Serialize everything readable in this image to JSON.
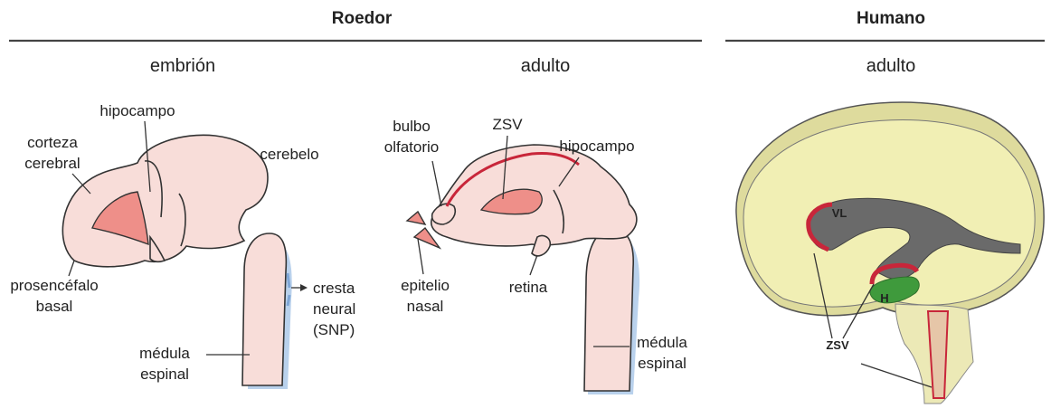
{
  "headers": {
    "rodent": "Roedor",
    "human": "Humano"
  },
  "subheaders": {
    "embryo": "embrión",
    "rodent_adult": "adulto",
    "human_adult": "adulto"
  },
  "embryo_labels": {
    "hippocampus": "hipocampo",
    "cortex_line1": "corteza",
    "cortex_line2": "cerebral",
    "cerebellum": "cerebelo",
    "basal_line1": "prosencéfalo",
    "basal_line2": "basal",
    "crest_line1": "cresta",
    "crest_line2": "neural",
    "crest_line3": "(SNP)",
    "cord_line1": "médula",
    "cord_line2": "espinal"
  },
  "adult_labels": {
    "bulb_line1": "bulbo",
    "bulb_line2": "olfatorio",
    "svz": "ZSV",
    "hippocampus": "hipocampo",
    "epith_line1": "epitelio",
    "epith_line2": "nasal",
    "retina": "retina",
    "cord_line1": "médula",
    "cord_line2": "espinal"
  },
  "human_labels": {
    "lv": "VL",
    "h": "H",
    "svz": "ZSV"
  },
  "colors": {
    "tissue": "#f8ddd9",
    "tissue_deep": "#ee8f89",
    "outline_shadow": "#b9d1ec",
    "brain_fill": "#f1efb4",
    "ventricle": "#6a6a6a",
    "svz_red": "#c8263a",
    "hippocampus_green": "#3f9a3c"
  }
}
